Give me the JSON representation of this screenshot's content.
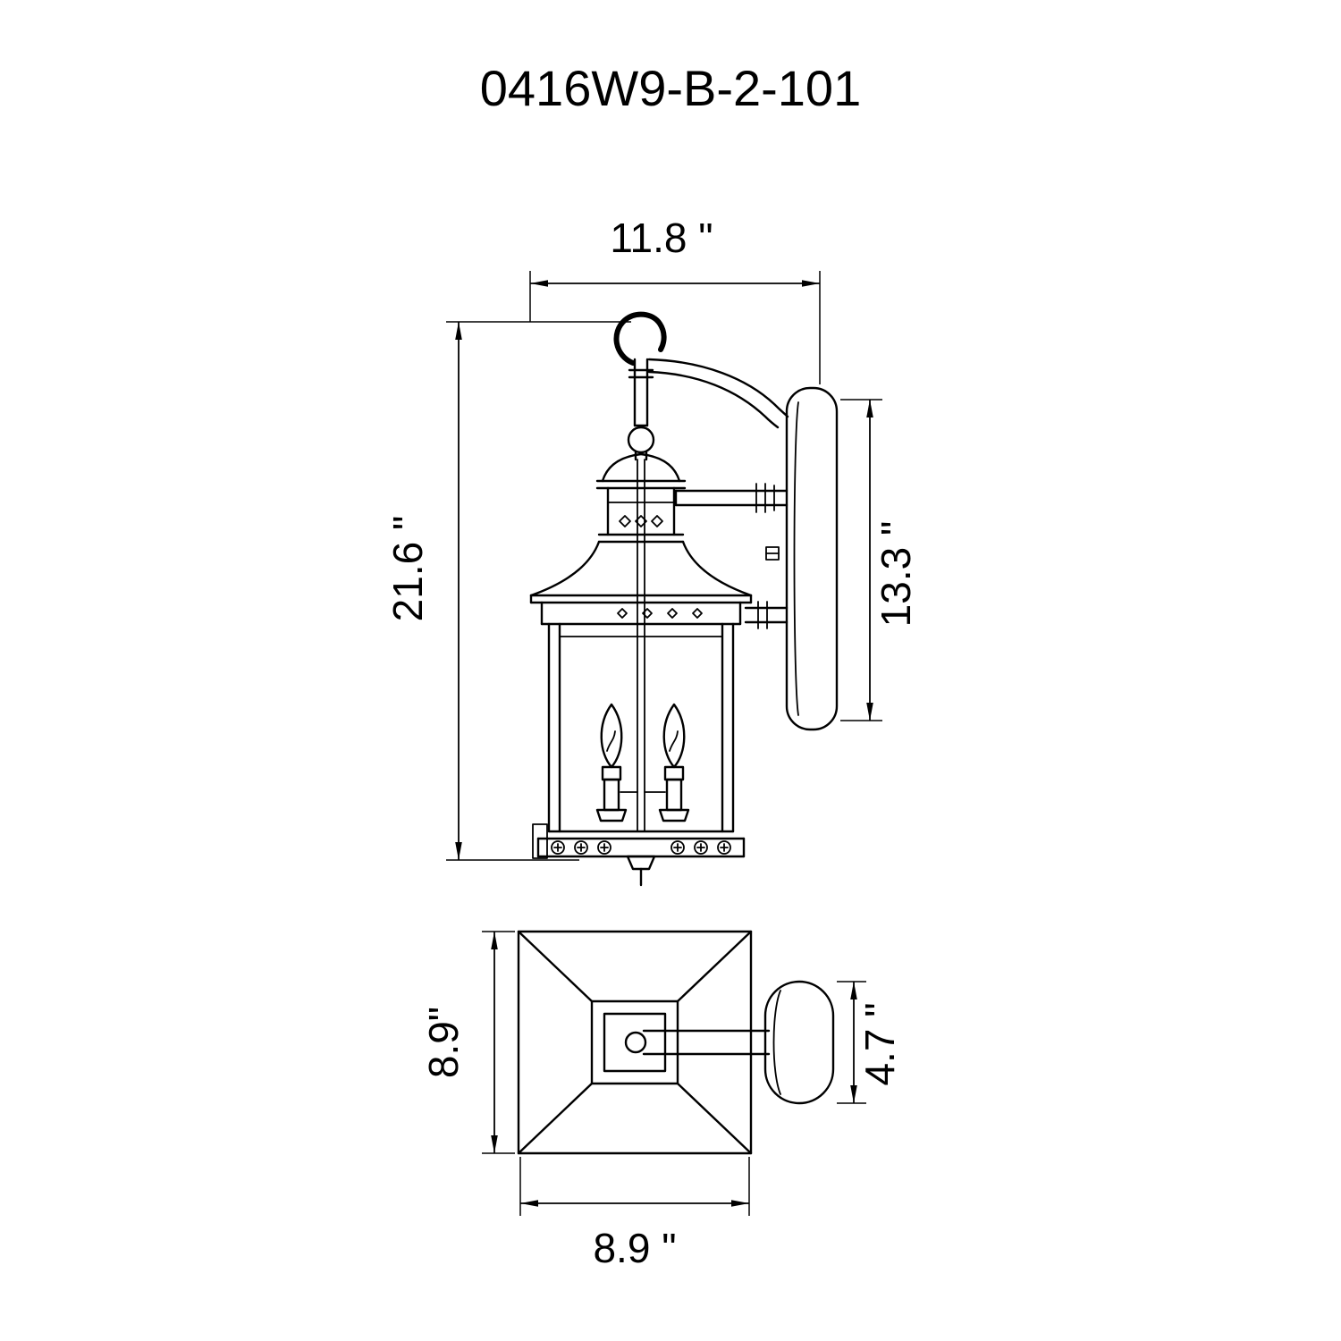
{
  "drawing": {
    "title": "0416W9-B-2-101"
  },
  "side_view": {
    "width_label": "11.8 \"",
    "height_label": "21.6 \"",
    "backplate_height_label": "13.3 \""
  },
  "top_view": {
    "depth_label": "8.9\"",
    "width_label": "8.9 \"",
    "backplate_width_label": "4.7 \""
  },
  "style": {
    "line_color": "#000000",
    "background": "#ffffff"
  }
}
